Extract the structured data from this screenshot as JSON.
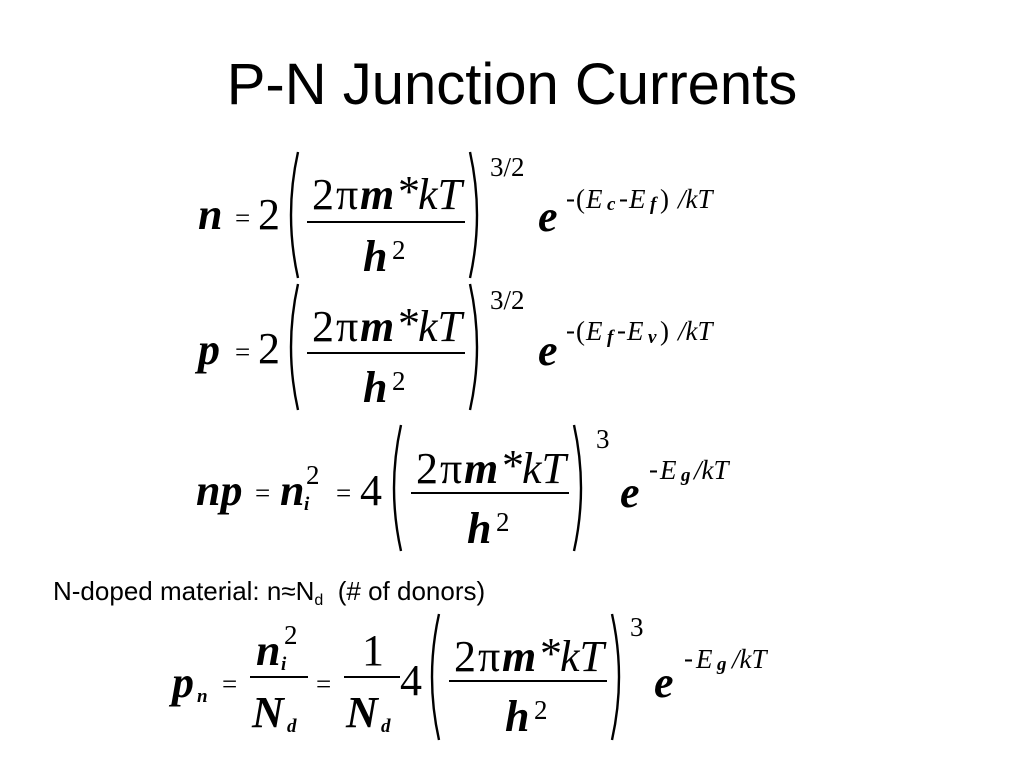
{
  "title": "P-N Junction Currents",
  "glyphs": {
    "two_pi_m_kT_prefix": "2",
    "pi": "π",
    "m": "m",
    "star": "*",
    "kT": "kT",
    "h": "h",
    "sq": "2",
    "e": "e",
    "minus": "-",
    "eq_sign": "=",
    "lparen": "(",
    "rparen": ")",
    "slash_kT": "/kT",
    "E": "E",
    "c": "c",
    "f": "f",
    "v": "v",
    "g": "g",
    "i": "i",
    "d": "d",
    "N": "N",
    "n": "n",
    "p": "p",
    "one": "1"
  },
  "equations": {
    "n": {
      "lhs": "n",
      "coef": "2",
      "power": "3/2"
    },
    "p": {
      "lhs": "p",
      "coef": "2",
      "power": "3/2"
    },
    "np": {
      "lhs": "np",
      "ni": "n",
      "coef": "4",
      "power": "3"
    },
    "pn": {
      "lhs": "p",
      "coef": "4",
      "power": "3"
    }
  },
  "note": {
    "text": "N-doped material:  n≈N",
    "sub": "d",
    "tail": "  (# of donors)"
  }
}
